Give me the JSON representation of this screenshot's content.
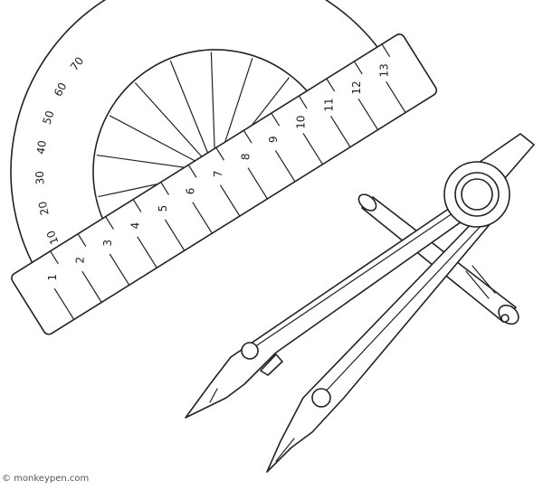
{
  "protractor": {
    "labels": [
      "10",
      "20",
      "30",
      "40",
      "50",
      "60",
      "70"
    ]
  },
  "ruler": {
    "labels": [
      "1",
      "2",
      "3",
      "4",
      "5",
      "6",
      "7",
      "8",
      "9",
      "10",
      "11",
      "12",
      "13"
    ]
  },
  "watermark": "© monkeypen.com"
}
